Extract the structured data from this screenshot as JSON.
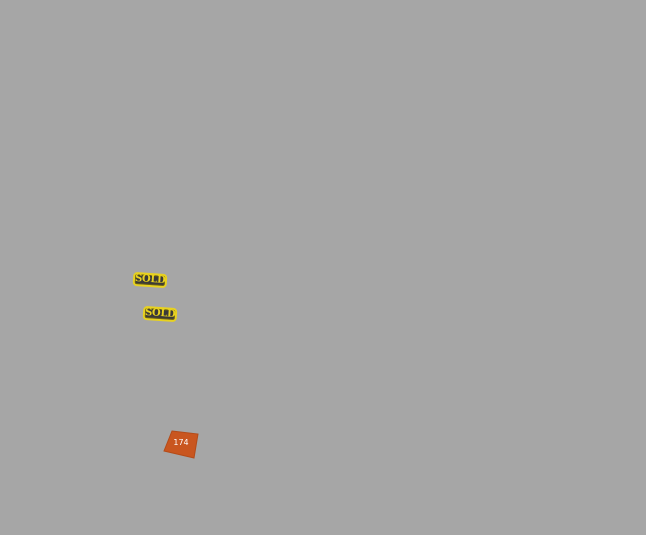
{
  "map": {
    "background_color": "#a6a6a6",
    "markers": {
      "sold_1": {
        "label": "SOLD",
        "status": "sold"
      },
      "sold_2": {
        "label": "SOLD",
        "status": "sold"
      },
      "lot_174": {
        "label": "174",
        "status": "available"
      }
    }
  },
  "colors": {
    "sold_fill": "#3b3a38",
    "sold_outline": "#e8d21f",
    "lot_fill": "#c9561f"
  }
}
